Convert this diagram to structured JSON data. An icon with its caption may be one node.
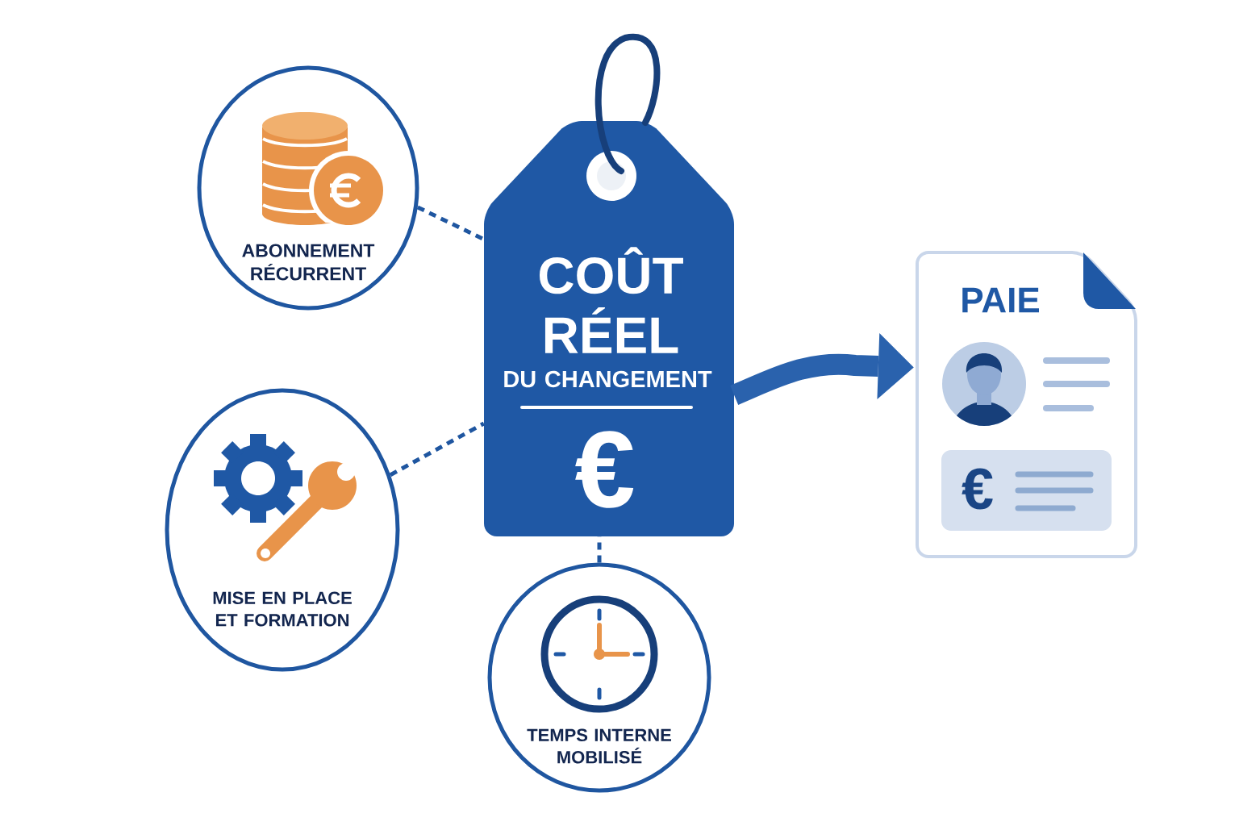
{
  "diagram": {
    "nodes": [
      {
        "text": [
          "COÛT RÉEL",
          "DU CHANGEMENT",
          "€"
        ]
      },
      {
        "text": [
          "ABONNEMENT RÉCURRENT"
        ]
      },
      {
        "text": [
          "MISE EN PLACE ET FORMATION"
        ]
      },
      {
        "text": [
          "TEMPS INTERNE MOBILISÉ"
        ]
      },
      {
        "text": [
          "PAIE"
        ]
      },
      {
        "text": [
          "€"
        ],
        "in": 4
      }
    ],
    "edges": [
      {
        "from": 1,
        "to": 0,
        "arrow": "none",
        "style": "dashed"
      },
      {
        "from": 2,
        "to": 0,
        "arrow": "none",
        "style": "dashed"
      },
      {
        "from": 3,
        "to": 0,
        "arrow": "none",
        "style": "dashed"
      },
      {
        "from": 0,
        "to": 4,
        "arrow": "to",
        "style": "thick"
      }
    ]
  }
}
